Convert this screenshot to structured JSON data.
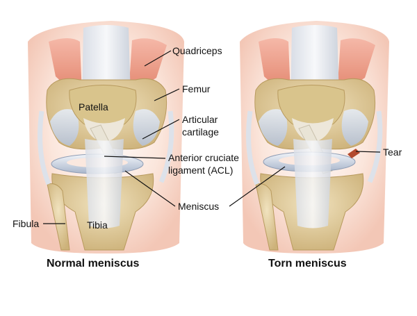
{
  "labels": {
    "quadriceps": "Quadriceps",
    "femur": "Femur",
    "patella": "Patella",
    "articular_cartilage_line1": "Articular",
    "articular_cartilage_line2": "cartilage",
    "acl_line1": "Anterior cruciate",
    "acl_line2": "ligament (ACL)",
    "meniscus": "Meniscus",
    "fibula": "Fibula",
    "tibia": "Tibia",
    "tear": "Tear"
  },
  "captions": {
    "left": "Normal meniscus",
    "right": "Torn meniscus"
  }
}
